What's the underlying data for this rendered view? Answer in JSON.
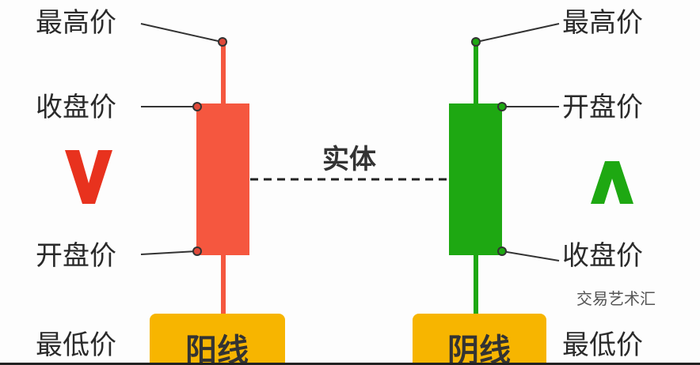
{
  "left": {
    "high": "最高价",
    "close": "收盘价",
    "open": "开盘价",
    "low": "最低价",
    "direction": "V",
    "tag": "阳线",
    "color": "#f5573f"
  },
  "right": {
    "high": "最高价",
    "open": "开盘价",
    "close": "收盘价",
    "low": "最低价",
    "direction": "Λ",
    "tag": "阴线",
    "color": "#1ea812"
  },
  "body_label": "实体",
  "tag_color": "#f7b500",
  "watermark": "交易艺术汇"
}
